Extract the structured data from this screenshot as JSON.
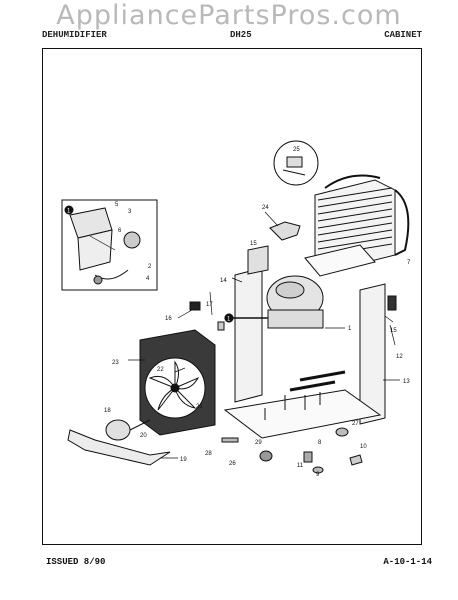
{
  "watermark": "AppliancePartsPros.com",
  "header": {
    "left": "DEHUMIDIFIER",
    "center": "DH25",
    "right": "CABINET"
  },
  "footer": {
    "issued": "ISSUED 8/90",
    "page_code": "A-10-1-14"
  },
  "callouts": [
    "1",
    "2",
    "3",
    "4",
    "5",
    "6",
    "7",
    "8",
    "9",
    "10",
    "11",
    "12",
    "13",
    "14",
    "15",
    "16",
    "17",
    "18",
    "19",
    "20",
    "21",
    "22",
    "23",
    "24",
    "25",
    "26",
    "27",
    "28",
    "29"
  ],
  "legend": {
    "detail_marker": "1",
    "compressor_marker": "1"
  }
}
